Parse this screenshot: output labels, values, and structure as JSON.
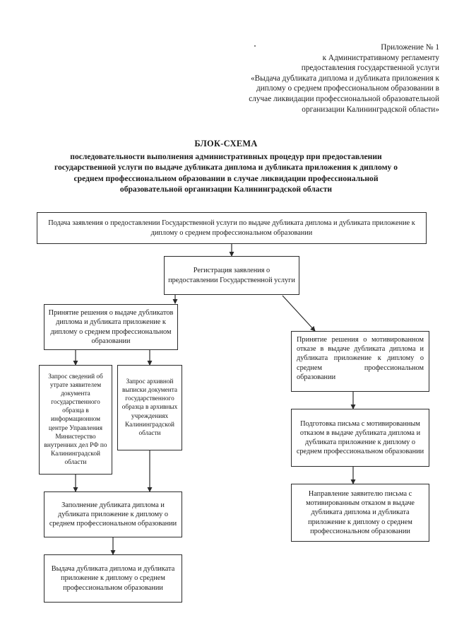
{
  "header": {
    "lines": [
      "Приложение № 1",
      "к Административному регламенту",
      "предоставления государственной услуги",
      "«Выдача дубликата диплома и дубликата приложения к",
      "диплому о среднем профессиональном образовании в",
      "случае ликвидации профессиональной образовательной",
      "организации Калининградской области»"
    ]
  },
  "title": {
    "main": "БЛОК-СХЕМА",
    "lines": [
      "последовательности выполнения административных процедур при предоставлении",
      "государственной услуги по выдаче дубликата диплома и дубликата приложения к диплому о",
      "среднем профессиональном образовании в случае ликвидации профессиональной",
      "образовательной организации Калининградской области"
    ]
  },
  "flowchart": {
    "nodes": [
      {
        "id": "submission",
        "text": "Подача заявления о предоставлении Государственной услуги по выдаче дубликата диплома и дубликата приложение к диплому о среднем профессиональном образовании"
      },
      {
        "id": "registration",
        "text": "Регистрация заявления о предоставлении Государственной услуги"
      },
      {
        "id": "decision-issue",
        "text": "Принятие решения о выдаче дубликатов диплома и дубликата приложение к диплому о среднем профессиональном образовании"
      },
      {
        "id": "decision-refusal",
        "text": "Принятие решения о мотивированном отказе в выдаче дубликата диплома и дубликата приложение к диплому о среднем профессиональном образовании"
      },
      {
        "id": "request-loss-info",
        "text": "Запрос сведений об утрате заявителем документа государственного образца в информационном центре Управления Министерство внутренних дел РФ по Калининградской области"
      },
      {
        "id": "request-archive",
        "text": "Запрос архивной выписки документа государственного образца в архивных учреждениях Калининградской области"
      },
      {
        "id": "prepare-refusal-letter",
        "text": "Подготовка письма с мотивированным отказом в выдаче дубликата диплома и дубликата приложение к диплому о среднем профессиональном образовании"
      },
      {
        "id": "fill-duplicate",
        "text": "Заполнение дубликата диплома и дубликата приложение к диплому о среднем профессиональном образовании"
      },
      {
        "id": "send-refusal-letter",
        "text": "Направление заявителю письма с мотивированным отказом в выдаче дубликата диплома и дубликата приложение к диплому о среднем профессиональном образовании"
      },
      {
        "id": "issue-duplicate",
        "text": "Выдача дубликата диплома и дубликата приложение к диплому о среднем профессиональном образовании"
      }
    ]
  },
  "colors": {
    "border": "#2b2b2b",
    "text": "#1a1a1a",
    "background": "#ffffff"
  }
}
